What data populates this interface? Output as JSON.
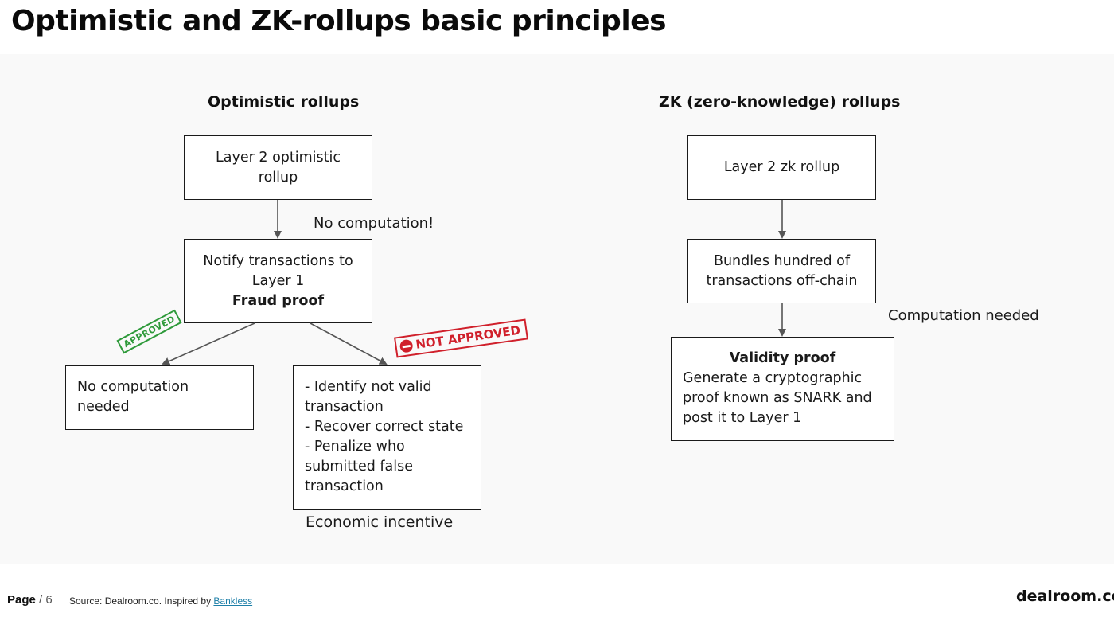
{
  "title": "Optimistic and ZK-rollups basic principles",
  "left": {
    "heading": "Optimistic rollups",
    "box1": "Layer 2 optimistic rollup",
    "note1": "No computation!",
    "box2_line1": "Notify transactions to",
    "box2_line2": "Layer 1",
    "box2_bold": "Fraud proof",
    "stamp_approved": "Approved",
    "stamp_not_approved": "Not approved",
    "box3": "No computation needed",
    "box4_lines": [
      "- Identify not valid",
      "transaction",
      "- Recover correct state",
      "- Penalize who",
      "submitted false",
      "transaction"
    ],
    "note2": "Economic incentive"
  },
  "right": {
    "heading": "ZK (zero-knowledge) rollups",
    "box1": "Layer 2 zk rollup",
    "box2_line1": "Bundles hundred of",
    "box2_line2": "transactions off-chain",
    "note": "Computation needed",
    "box3_bold": "Validity proof",
    "box3_lines": [
      "Generate a cryptographic",
      "proof known as SNARK and",
      "post it to Layer 1"
    ]
  },
  "footer": {
    "page_label": "Page",
    "page_sep": "/",
    "page_num": "6",
    "source_text": "Source: Dealroom.co.  Inspired by ",
    "source_link": "Bankless",
    "logo": "dealroom.co"
  },
  "colors": {
    "panel_bg": "#f9f9f9",
    "arrow": "#555555",
    "approved": "#2e9a3a",
    "not_approved": "#d0202b",
    "link": "#1d7fa8"
  }
}
